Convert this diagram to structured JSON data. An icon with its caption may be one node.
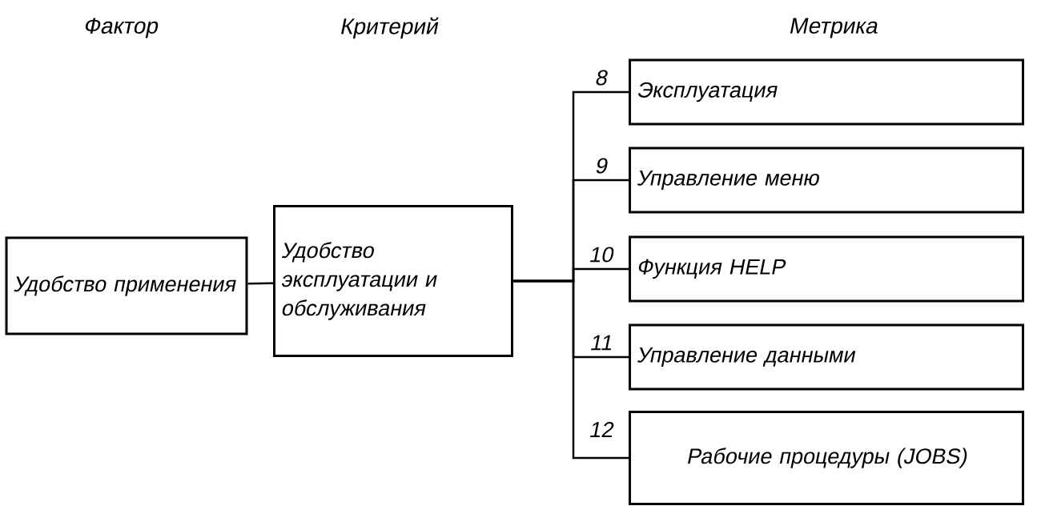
{
  "diagram": {
    "nodes": [
      {
        "text": [
          "Удобство применения"
        ]
      },
      {
        "text": [
          "Удобство эксплуатации и обслуживания"
        ]
      },
      {
        "text": [
          "Эксплуатация"
        ]
      },
      {
        "text": [
          "Управление меню"
        ]
      },
      {
        "text": [
          "Функция HELP"
        ]
      },
      {
        "text": [
          "Управление данными"
        ]
      },
      {
        "text": [
          "Рабочие процедуры (JOBS)"
        ]
      }
    ],
    "edges": [
      {
        "from": 0,
        "to": 1,
        "arrow": "none"
      },
      {
        "from": 1,
        "to": 2,
        "arrow": "none",
        "label": "8"
      },
      {
        "from": 1,
        "to": 3,
        "arrow": "none",
        "label": "9"
      },
      {
        "from": 1,
        "to": 4,
        "arrow": "none",
        "label": "10"
      },
      {
        "from": 1,
        "to": 5,
        "arrow": "none",
        "label": "11"
      },
      {
        "from": 1,
        "to": 6,
        "arrow": "none",
        "label": "12"
      }
    ],
    "labels": [
      "Фактор",
      "Критерий",
      "Метрика"
    ]
  }
}
